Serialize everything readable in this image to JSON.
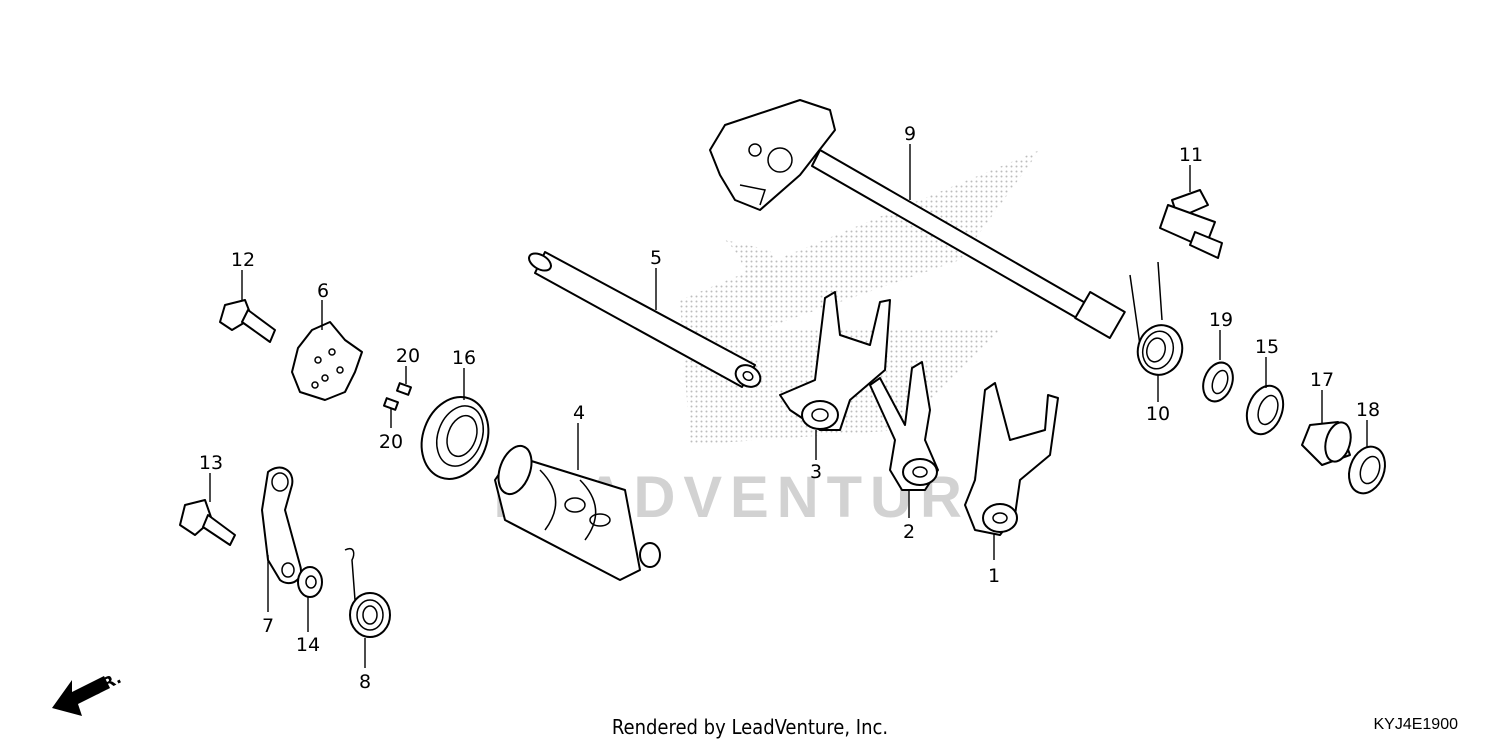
{
  "callouts": [
    "1",
    "2",
    "3",
    "4",
    "5",
    "6",
    "7",
    "8",
    "9",
    "10",
    "11",
    "12",
    "13",
    "14",
    "15",
    "16",
    "17",
    "18",
    "19",
    "20",
    "20"
  ],
  "direction_label": "FR.",
  "footer": "Rendered by LeadVenture, Inc.",
  "diagram_code": "KYJ4E1900",
  "watermark_text": "LEADVENTURE",
  "colors": {
    "line": "#000000",
    "watermark": "#bdbdbd",
    "background": "#ffffff"
  }
}
